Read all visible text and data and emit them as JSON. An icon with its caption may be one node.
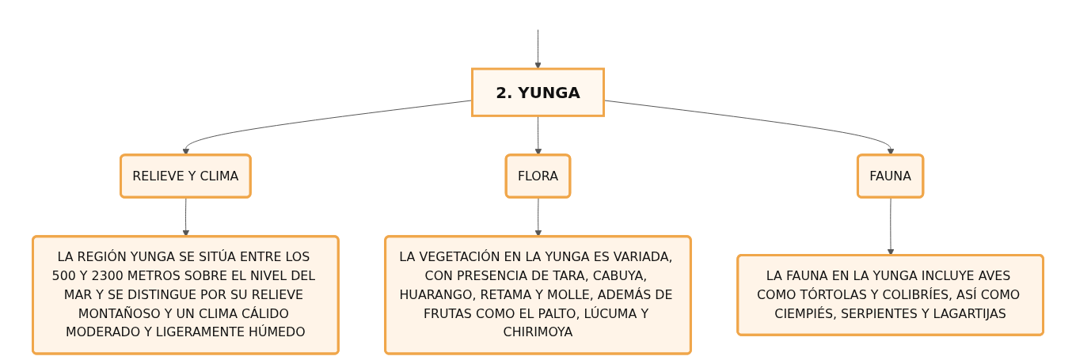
{
  "diagram": {
    "nodes": [
      {
        "text": [
          "2. YUNGA"
        ]
      },
      {
        "text": [
          "RELIEVE Y CLIMA"
        ]
      },
      {
        "text": [
          "FLORA"
        ]
      },
      {
        "text": [
          "FAUNA"
        ]
      },
      {
        "text": [
          "LA REGIÓN YUNGA SE SITÚA ENTRE LOS 500 Y 2300 METROS SOBRE EL NIVEL DEL MAR Y SE DISTINGUE POR SU RELIEVE MONTAÑOSO Y UN CLIMA CÁLIDO MODERADO Y LIGERAMENTE HÚMEDO"
        ]
      },
      {
        "text": [
          "LA VEGETACIÓN EN LA YUNGA ES VARIADA, CON PRESENCIA DE TARA, CABUYA, HUARANGO, RETAMA Y MOLLE, ADEMÁS DE FRUTAS COMO EL PALTO, LÚCUMA Y CHIRIMOYA"
        ]
      },
      {
        "text": [
          "LA FAUNA EN LA YUNGA INCLUYE AVES COMO TÓRTOLAS Y COLIBRÍES, ASÍ COMO CIEMPIÉS, SERPIENTES Y LAGARTIJAS"
        ]
      }
    ],
    "edges": [
      {
        "from": null,
        "to": 0,
        "arrow": "to"
      },
      {
        "from": 0,
        "to": 1,
        "arrow": "to"
      },
      {
        "from": 0,
        "to": 2,
        "arrow": "to"
      },
      {
        "from": 0,
        "to": 3,
        "arrow": "to"
      },
      {
        "from": 1,
        "to": 4,
        "arrow": "to"
      },
      {
        "from": 2,
        "to": 5,
        "arrow": "to"
      },
      {
        "from": 3,
        "to": 6,
        "arrow": "to"
      }
    ]
  }
}
